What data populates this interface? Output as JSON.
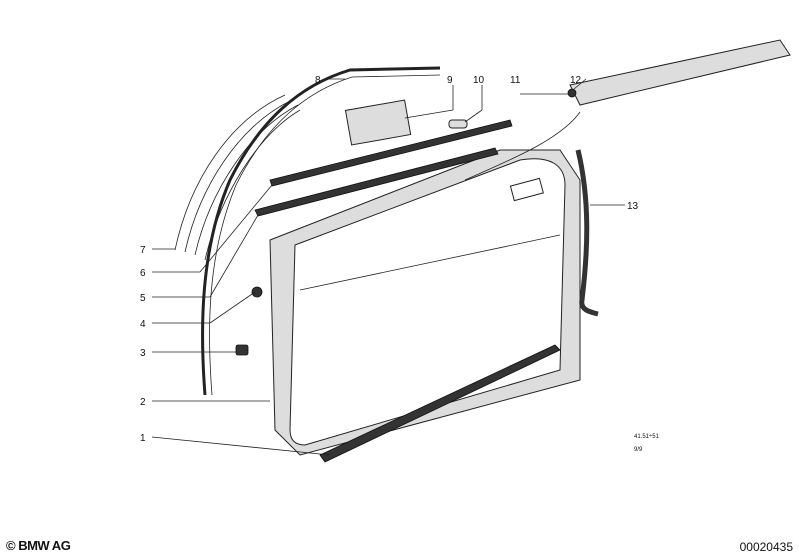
{
  "callouts": {
    "c1": "1",
    "c2": "2",
    "c3": "3",
    "c4": "4",
    "c5": "5",
    "c6": "6",
    "c7": "7",
    "c8": "8",
    "c9": "9",
    "c10": "10",
    "c11": "11",
    "c12": "12",
    "c13": "13"
  },
  "notes": {
    "ref": "41.51÷51",
    "sheet": "9/9"
  },
  "footer": {
    "copyright": "© BMW AG",
    "doc_number": "00020435"
  }
}
